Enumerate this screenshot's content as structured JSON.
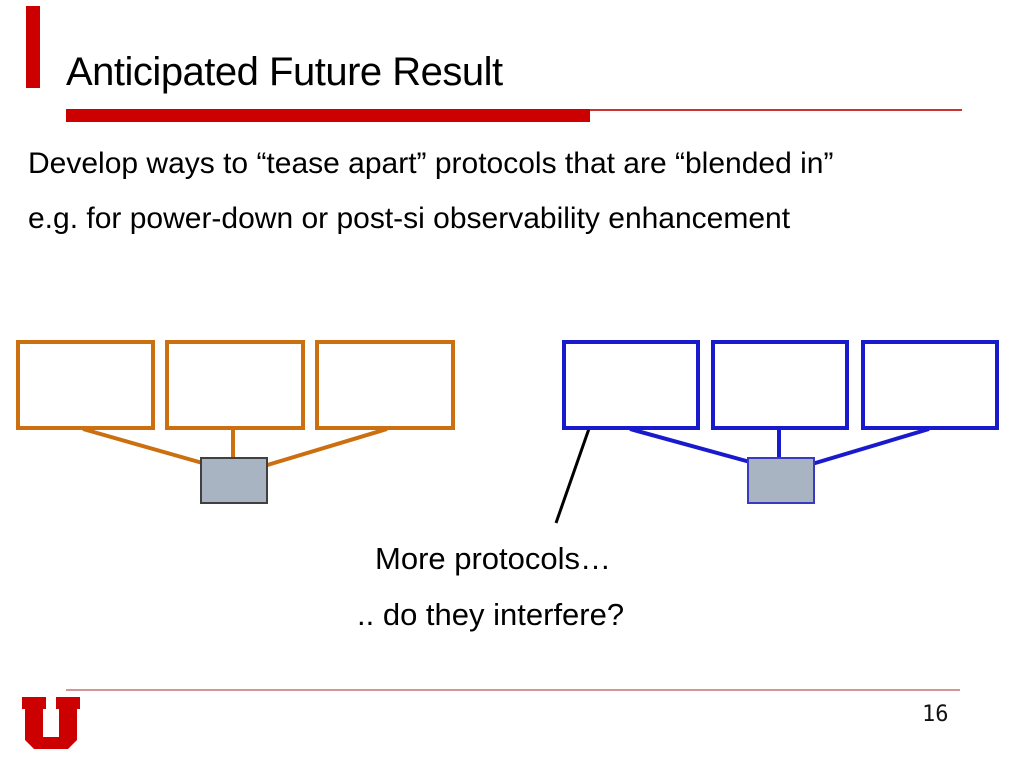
{
  "slide": {
    "title": "Anticipated Future Result",
    "body_lines": [
      "Develop ways to “tease apart” protocols that are “blended in”",
      "e.g. for power-down or post-si observability enhancement"
    ],
    "captions": {
      "line1": "More protocols…",
      "line2": ".. do they interfere?"
    },
    "page_number": "16"
  },
  "diagrams": {
    "left": {
      "box_count": 3,
      "line_color": "#cc6f10",
      "hub_fill": "#a9b4c2",
      "hub_border": "#404040"
    },
    "right": {
      "box_count": 3,
      "line_color": "#1a1acd",
      "hub_fill": "#a9b4c2",
      "hub_border": "#3a3ac0"
    }
  },
  "annotation": {
    "arrow_color": "#000000"
  },
  "colors": {
    "accent_red": "#cc0000",
    "title_rule_thin": "#c93333",
    "footer_rule": "#d49595",
    "background": "#ffffff",
    "text": "#000000"
  },
  "footer": {
    "logo_icon": "utah-block-u-logo"
  }
}
